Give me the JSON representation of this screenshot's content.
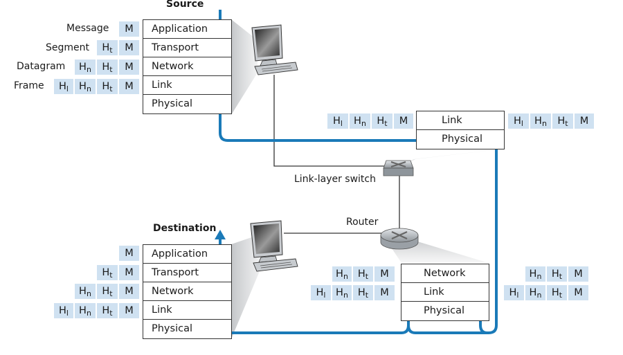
{
  "source": {
    "title": "Source",
    "layers": [
      "Application",
      "Transport",
      "Network",
      "Link",
      "Physical"
    ],
    "pdu_labels": [
      "Message",
      "Segment",
      "Datagram",
      "Frame"
    ]
  },
  "destination": {
    "title": "Destination",
    "layers": [
      "Application",
      "Transport",
      "Network",
      "Link",
      "Physical"
    ]
  },
  "switch": {
    "label": "Link-layer switch",
    "layers": [
      "Link",
      "Physical"
    ]
  },
  "router": {
    "label": "Router",
    "layers": [
      "Network",
      "Link",
      "Physical"
    ]
  },
  "headers": {
    "M": "M",
    "H": "H",
    "t": "t",
    "n": "n",
    "l": "l"
  },
  "colors": {
    "path": "#1a7ab8",
    "header_fill": "#cfe1f1",
    "line": "#333333"
  }
}
